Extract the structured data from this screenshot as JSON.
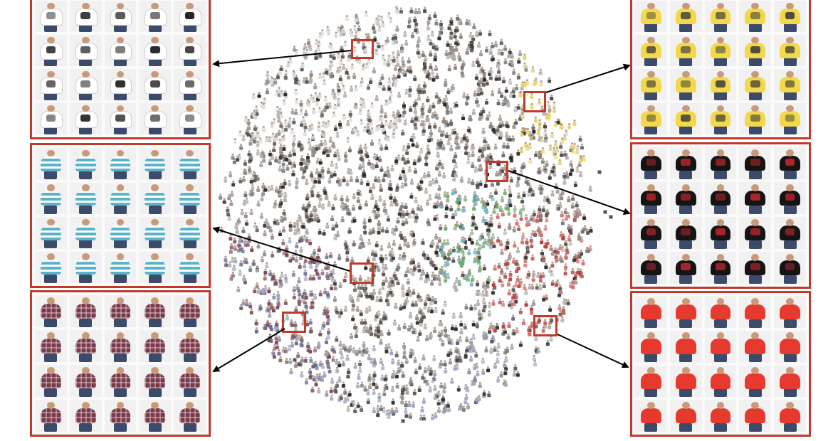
{
  "figure": {
    "background": "#ffffff",
    "accent": "#c0392b",
    "arrow_color": "#000000"
  },
  "panels": [
    {
      "id": "white-graphic-tees",
      "shirt": "#ffffff",
      "style": "print",
      "print": "#222222",
      "grid": [
        5,
        4
      ]
    },
    {
      "id": "striped-tees",
      "shirt": "#5ab3c9",
      "style": "stripes",
      "stripe": "#ffffff",
      "grid": [
        5,
        4
      ]
    },
    {
      "id": "checked-shirts",
      "shirt": "#7a3a4a",
      "style": "checks",
      "stripe": "#d9d2e0",
      "grid": [
        5,
        4
      ]
    },
    {
      "id": "yellow-tees",
      "shirt": "#f2d84a",
      "style": "print",
      "print": "#4a4a3a",
      "grid": [
        5,
        4
      ]
    },
    {
      "id": "black-graphic-tees",
      "shirt": "#141414",
      "style": "print",
      "print": "#b3262b",
      "grid": [
        5,
        4
      ]
    },
    {
      "id": "red-tees",
      "shirt": "#e63a2e",
      "style": "plain",
      "grid": [
        5,
        4
      ]
    }
  ],
  "cloud_palette": [
    "#2a2a2a",
    "#555555",
    "#888888",
    "#b0b0b0",
    "#d8d8d8",
    "#9aa6c2",
    "#5d6e9a",
    "#b33a3a",
    "#d66a6a",
    "#e8d46a",
    "#6aa86a",
    "#6fb4c6",
    "#7a4a5a",
    "#c9a070",
    "#3f5f7f"
  ]
}
